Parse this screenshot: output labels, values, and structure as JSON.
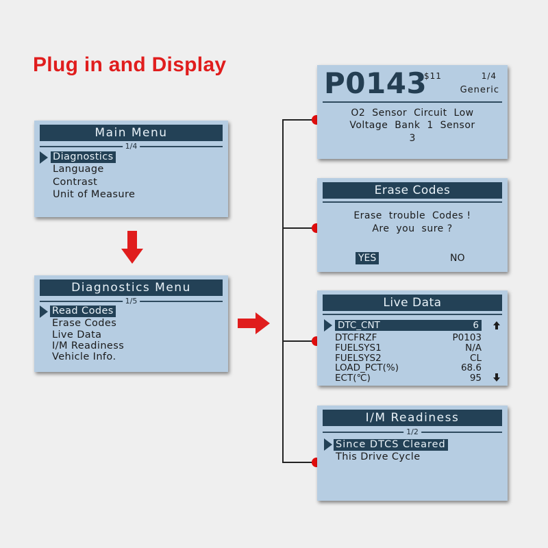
{
  "headline": "Plug in and Display",
  "main_menu": {
    "title": "Main Menu",
    "page": "1/4",
    "items": [
      "Diagnostics",
      "Language",
      "Contrast",
      "Unit of Measure"
    ]
  },
  "diag_menu": {
    "title": "Diagnostics Menu",
    "page": "1/5",
    "items": [
      "Read Codes",
      "Erase Codes",
      "Live Data",
      "I/M Readiness",
      "Vehicle Info."
    ]
  },
  "code_screen": {
    "code": "P0143",
    "module": "$11",
    "page": "1/4",
    "type": "Generic",
    "desc": [
      "O2  Sensor  Circuit  Low",
      "Voltage  Bank  1  Sensor",
      "3"
    ]
  },
  "erase_screen": {
    "title": "Erase Codes",
    "line1": "Erase  trouble  Codes !",
    "line2": "Are  you  sure ?",
    "yes": "YES",
    "no": "NO"
  },
  "live_screen": {
    "title": "Live Data",
    "rows": [
      {
        "k": "DTC_CNT",
        "v": "6"
      },
      {
        "k": "DTCFRZF",
        "v": "P0103"
      },
      {
        "k": "FUELSYS1",
        "v": "N/A"
      },
      {
        "k": "FUELSYS2",
        "v": "CL"
      },
      {
        "k": "LOAD_PCT(%)",
        "v": "68.6"
      },
      {
        "k": "ECT(℃)",
        "v": "95"
      }
    ]
  },
  "im_screen": {
    "title": "I/M Readiness",
    "page": "1/2",
    "items": [
      "Since DTCS Cleared",
      "This Drive Cycle"
    ]
  },
  "colors": {
    "lcd": "#b6cde2",
    "bar": "#234156",
    "accent": "#e01d1d",
    "dot": "#e00d0d"
  }
}
